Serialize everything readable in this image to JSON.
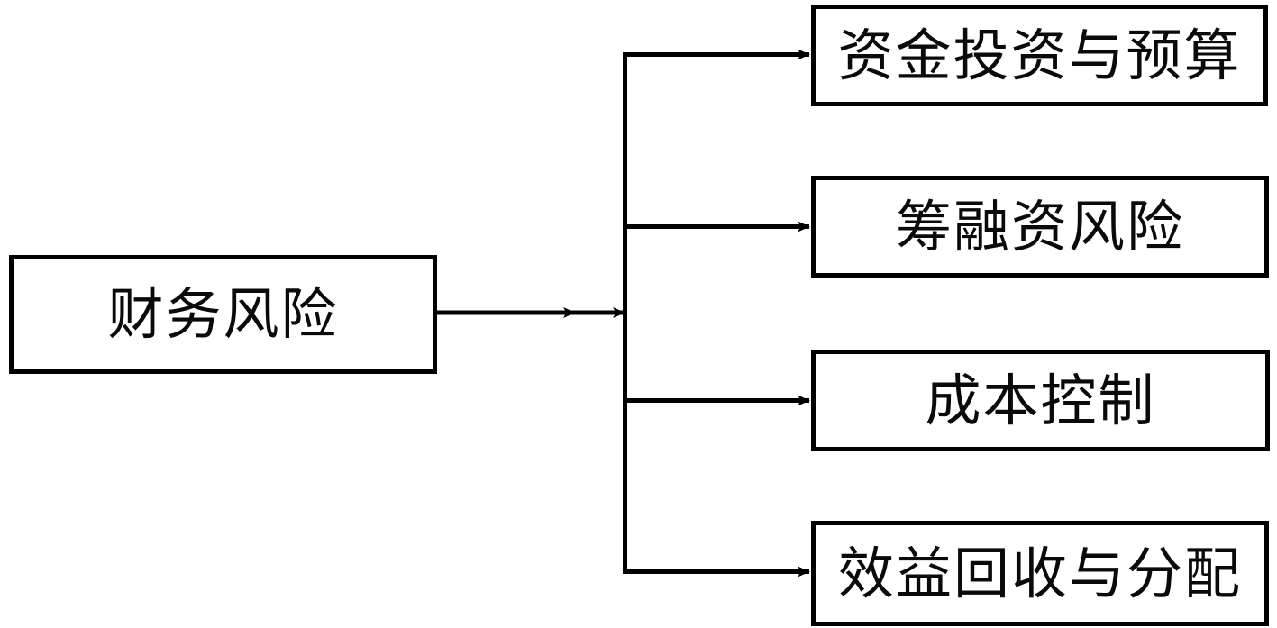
{
  "diagram": {
    "type": "tree-breakdown",
    "orientation": "left-to-right",
    "language": "zh-CN",
    "background_color": "#ffffff",
    "line_color": "#000000",
    "text_color": "#0a0a0a",
    "root": {
      "label": "财务风险"
    },
    "children": [
      {
        "label": "资金投资与预算"
      },
      {
        "label": "筹融资风险"
      },
      {
        "label": "成本控制"
      },
      {
        "label": "效益回收与分配"
      }
    ],
    "connectors": {
      "trunk_note": "vertical spine at x=693 from y=60 to y=635",
      "root_link_marker": "double-headed-arrow",
      "branch_marker": "arrowhead-right"
    }
  }
}
